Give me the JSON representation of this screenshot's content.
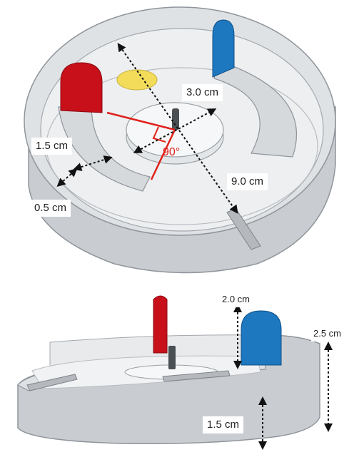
{
  "top_view": {
    "labels": {
      "radius_inner": "3.0 cm",
      "arm_width": "1.5 cm",
      "gap": "0.5 cm",
      "diameter": "9.0 cm",
      "angle": "90°"
    }
  },
  "side_view": {
    "labels": {
      "marker_height": "2.0 cm",
      "total_height": "2.5 cm",
      "base_height": "1.5 cm"
    }
  },
  "colors": {
    "red_marker": "#c8101a",
    "blue_marker": "#1e78c0",
    "yellow_disc": "#f2dc5a",
    "body_gray": "#c9cdd1",
    "edge_gray": "#8f959b",
    "annotation_red": "#e0211b"
  }
}
